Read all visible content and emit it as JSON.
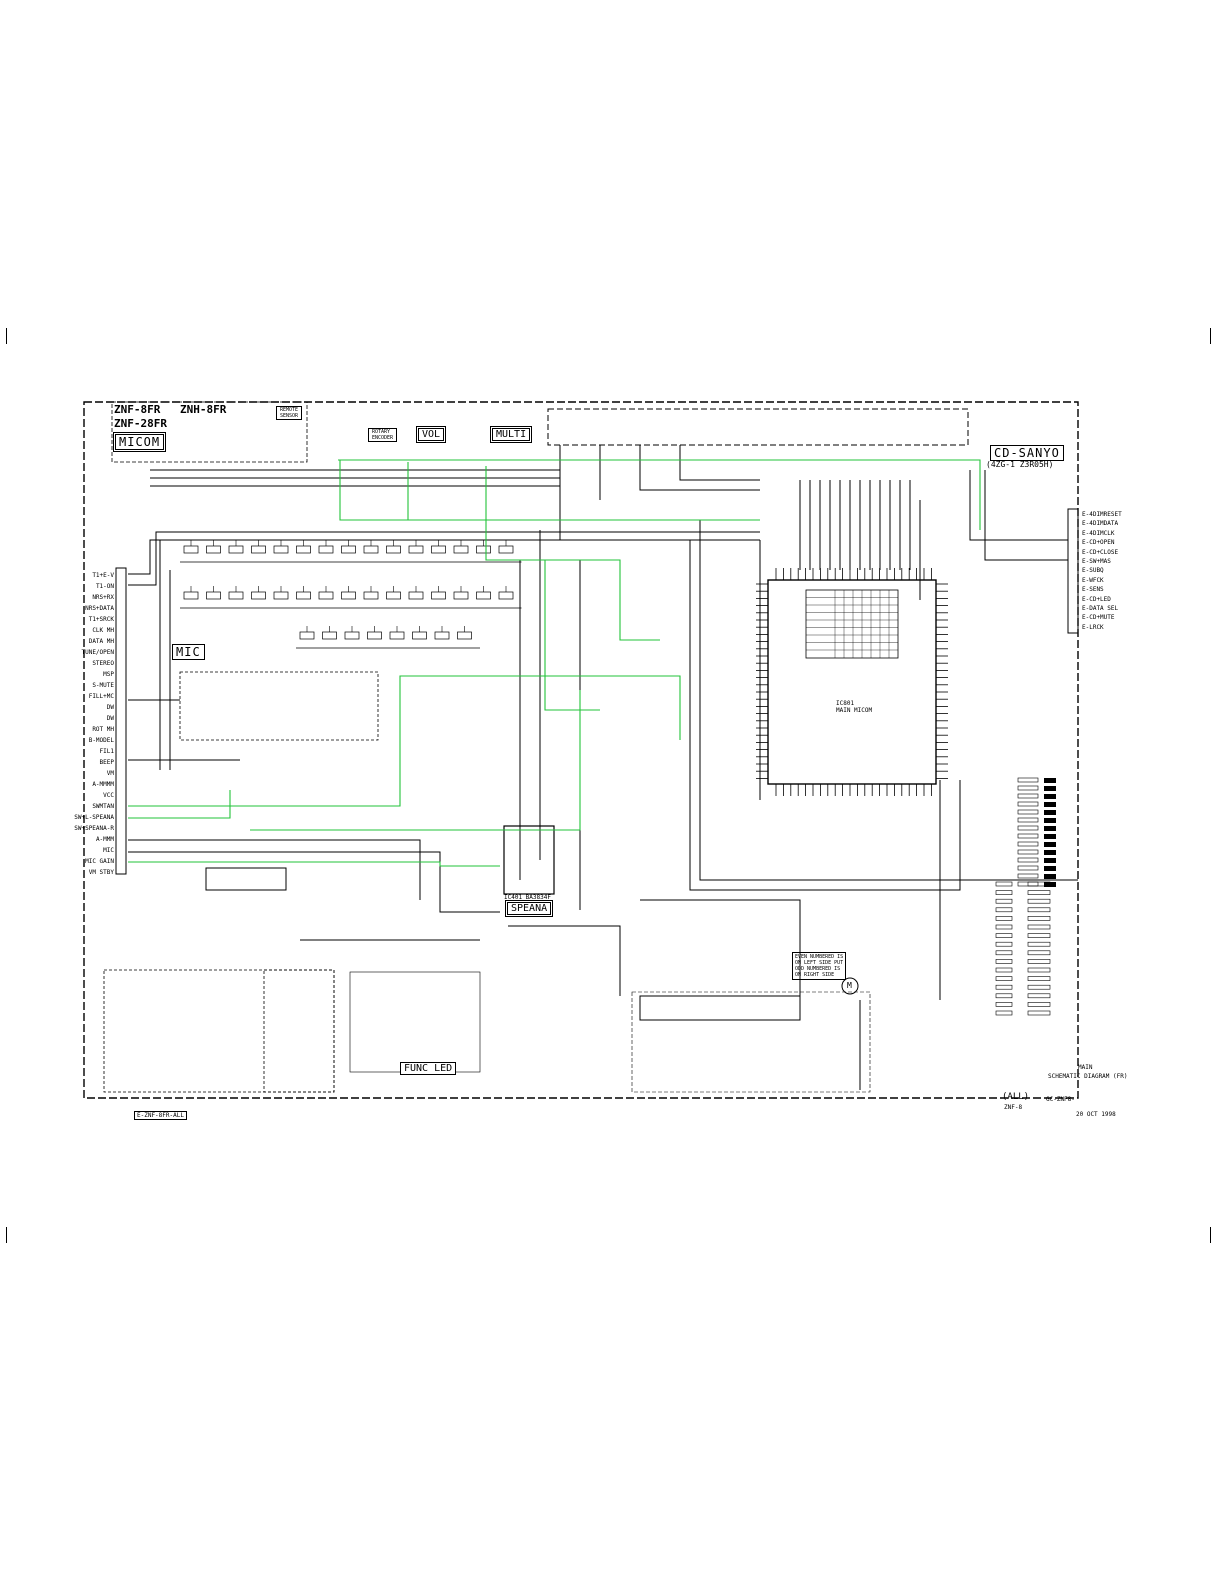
{
  "models": {
    "line1": "ZNF-8FR",
    "line1b": "ZNH-8FR",
    "line2": "ZNF-28FR"
  },
  "blocks": {
    "micom": "MICOM",
    "mic": "MIC",
    "speana": "SPEANA",
    "func_led": "FUNC LED",
    "cd_sanyo": "CD-SANYO",
    "cd_model": "(4ZG-1 Z3R05H)",
    "vol": "VOL",
    "multi": "MULTI",
    "remote_sensor": "REMOTE\nSENSOR",
    "rotary_encoder": "ROTARY\nENCODER"
  },
  "left_connector": [
    "T1+E-V",
    "T1-ON",
    "NRS+RX",
    "NRS+DATA",
    "T1+SRCK",
    "CLK MH",
    "DATA MH",
    "TUNE/OPEN",
    "STEREO",
    "MSP",
    "S-MUTE",
    "FILL+MC",
    "DW",
    "DW",
    "ROT MH",
    "B-MODEL",
    "FIL1",
    "BEEP",
    "VM",
    "A-MMMM",
    "VCC",
    "SWMTAN",
    "SW+L-SPEANA",
    "SW+SPEANA-R",
    "A-MMM",
    "MIC",
    "MIC GAIN",
    "VM STBY"
  ],
  "right_connector": [
    "E-4DIMRESET",
    "E-4DIMDATA",
    "E-4DIMCLK",
    "E-CD+OPEN",
    "E-CD+CLOSE",
    "E-SW+MAS",
    "E-SUBQ",
    "E-WFCK",
    "E-SENS",
    "E-CD+LED",
    "E-DATA SEL",
    "E-CD+MUTE",
    "E-LRCK"
  ],
  "ic_main_label": "IC801\nMAIN MICOM",
  "speana_ic": "IC401 BA3834F",
  "motor_symbol": "M",
  "func_note": "EVEN NUMBERED IS\nON LEFT SIDE PUT\nODD NUMBERED IS\nON RIGHT SIDE",
  "footer": {
    "diagram_title_1": "MAIN",
    "diagram_title_2": "SCHEMATIC DIAGRAM (FR)",
    "all": "(ALL)",
    "model_ref": "ZNF-8",
    "file_code": "GC-ZNF8-",
    "date": "20 OCT 1998",
    "sheet_tag": "E-ZNF-8FR-ALL"
  },
  "colors": {
    "ink": "#000000",
    "signal_highlight": "#22c33a",
    "paper": "#ffffff"
  }
}
